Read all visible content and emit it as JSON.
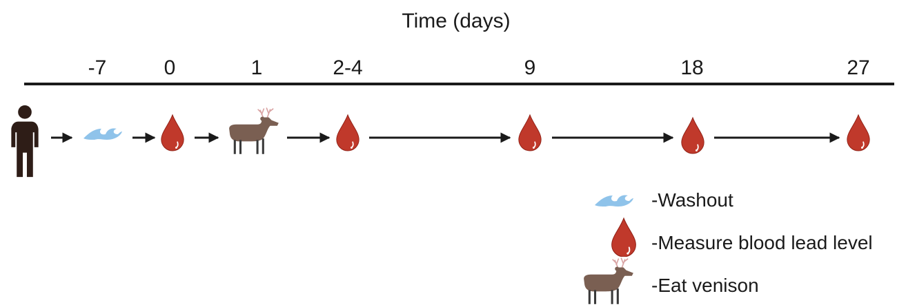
{
  "title": "Time (days)",
  "ticks": [
    "-7",
    "0",
    "1",
    "2-4",
    "9",
    "18",
    "27"
  ],
  "timeline": [
    "person",
    "washout",
    "blood",
    "venison",
    "blood",
    "blood",
    "blood",
    "blood"
  ],
  "legend": [
    {
      "icon": "washout",
      "label": "-Washout"
    },
    {
      "icon": "blood",
      "label": "-Measure blood lead level"
    },
    {
      "icon": "venison",
      "label": "-Eat venison"
    }
  ],
  "colors": {
    "blood": "#c0392b",
    "blood_dark": "#8e1f14",
    "wave": "#8fc3ea",
    "deer": "#7a5f52",
    "deer_legs": "#3a3a3a",
    "antler": "#d9a3a3",
    "person": "#2e1d17",
    "line": "#1a1a1a"
  }
}
